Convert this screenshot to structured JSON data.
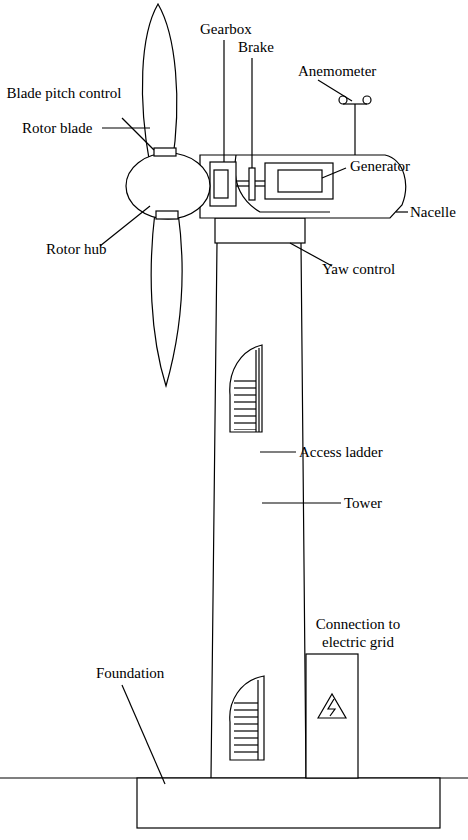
{
  "diagram": {
    "labels": [
      "Rotor blade",
      "Gearbox",
      "Brake",
      "Anemometer",
      "Blade pitch control",
      "Generator",
      "Nacelle",
      "Rotor hub",
      "Yaw control",
      "Access ladder",
      "Tower",
      "Connection to electric grid",
      "Foundation"
    ]
  }
}
